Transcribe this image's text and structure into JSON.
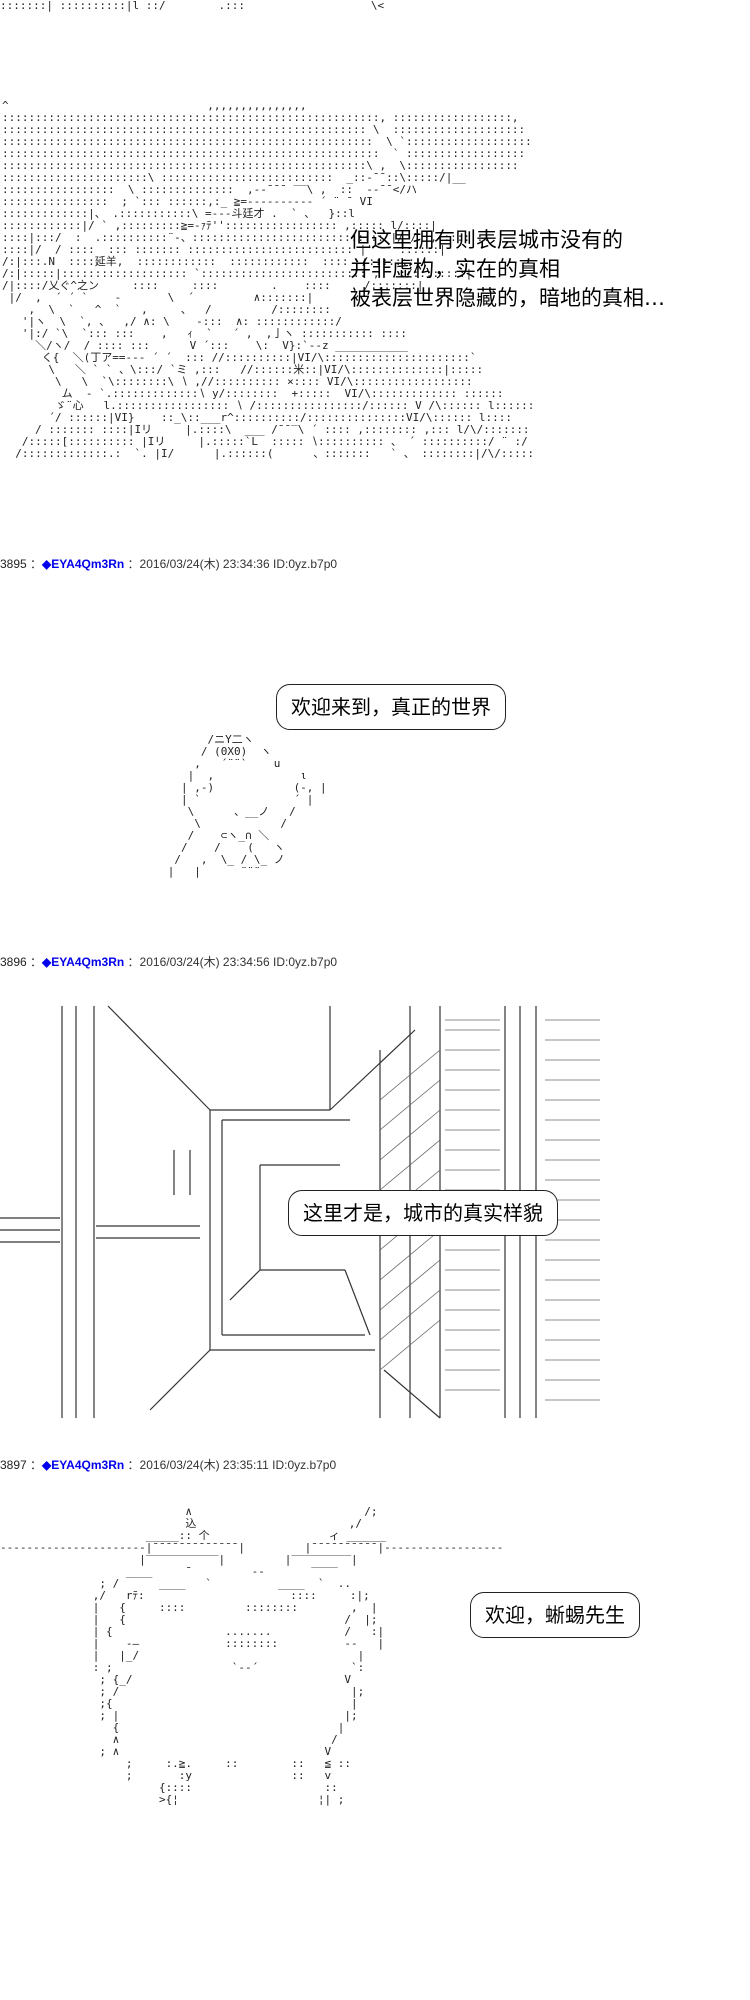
{
  "panel1": {
    "caption_lines": [
      "但这里拥有则表层城市没有的",
      "并非虚构，实在的真相",
      "被表层世界隐藏的，暗地的真相…"
    ]
  },
  "post1": {
    "number": "3895",
    "name": "◆EYA4Qm3Rn",
    "date": "2016/03/24(木) 23:34:36",
    "id": "ID:0yz.b7p0"
  },
  "panel2": {
    "bubble": "欢迎来到，真正的世界"
  },
  "post2": {
    "number": "3896",
    "name": "◆EYA4Qm3Rn",
    "date": "2016/03/24(木) 23:34:56",
    "id": "ID:0yz.b7p0"
  },
  "panel3": {
    "bubble": "这里才是，城市的真实样貌"
  },
  "post3": {
    "number": "3897",
    "name": "◆EYA4Qm3Rn",
    "date": "2016/03/24(木) 23:35:11",
    "id": "ID:0yz.b7p0"
  },
  "panel4": {
    "bubble": "欢迎，蜥蜴先生"
  }
}
